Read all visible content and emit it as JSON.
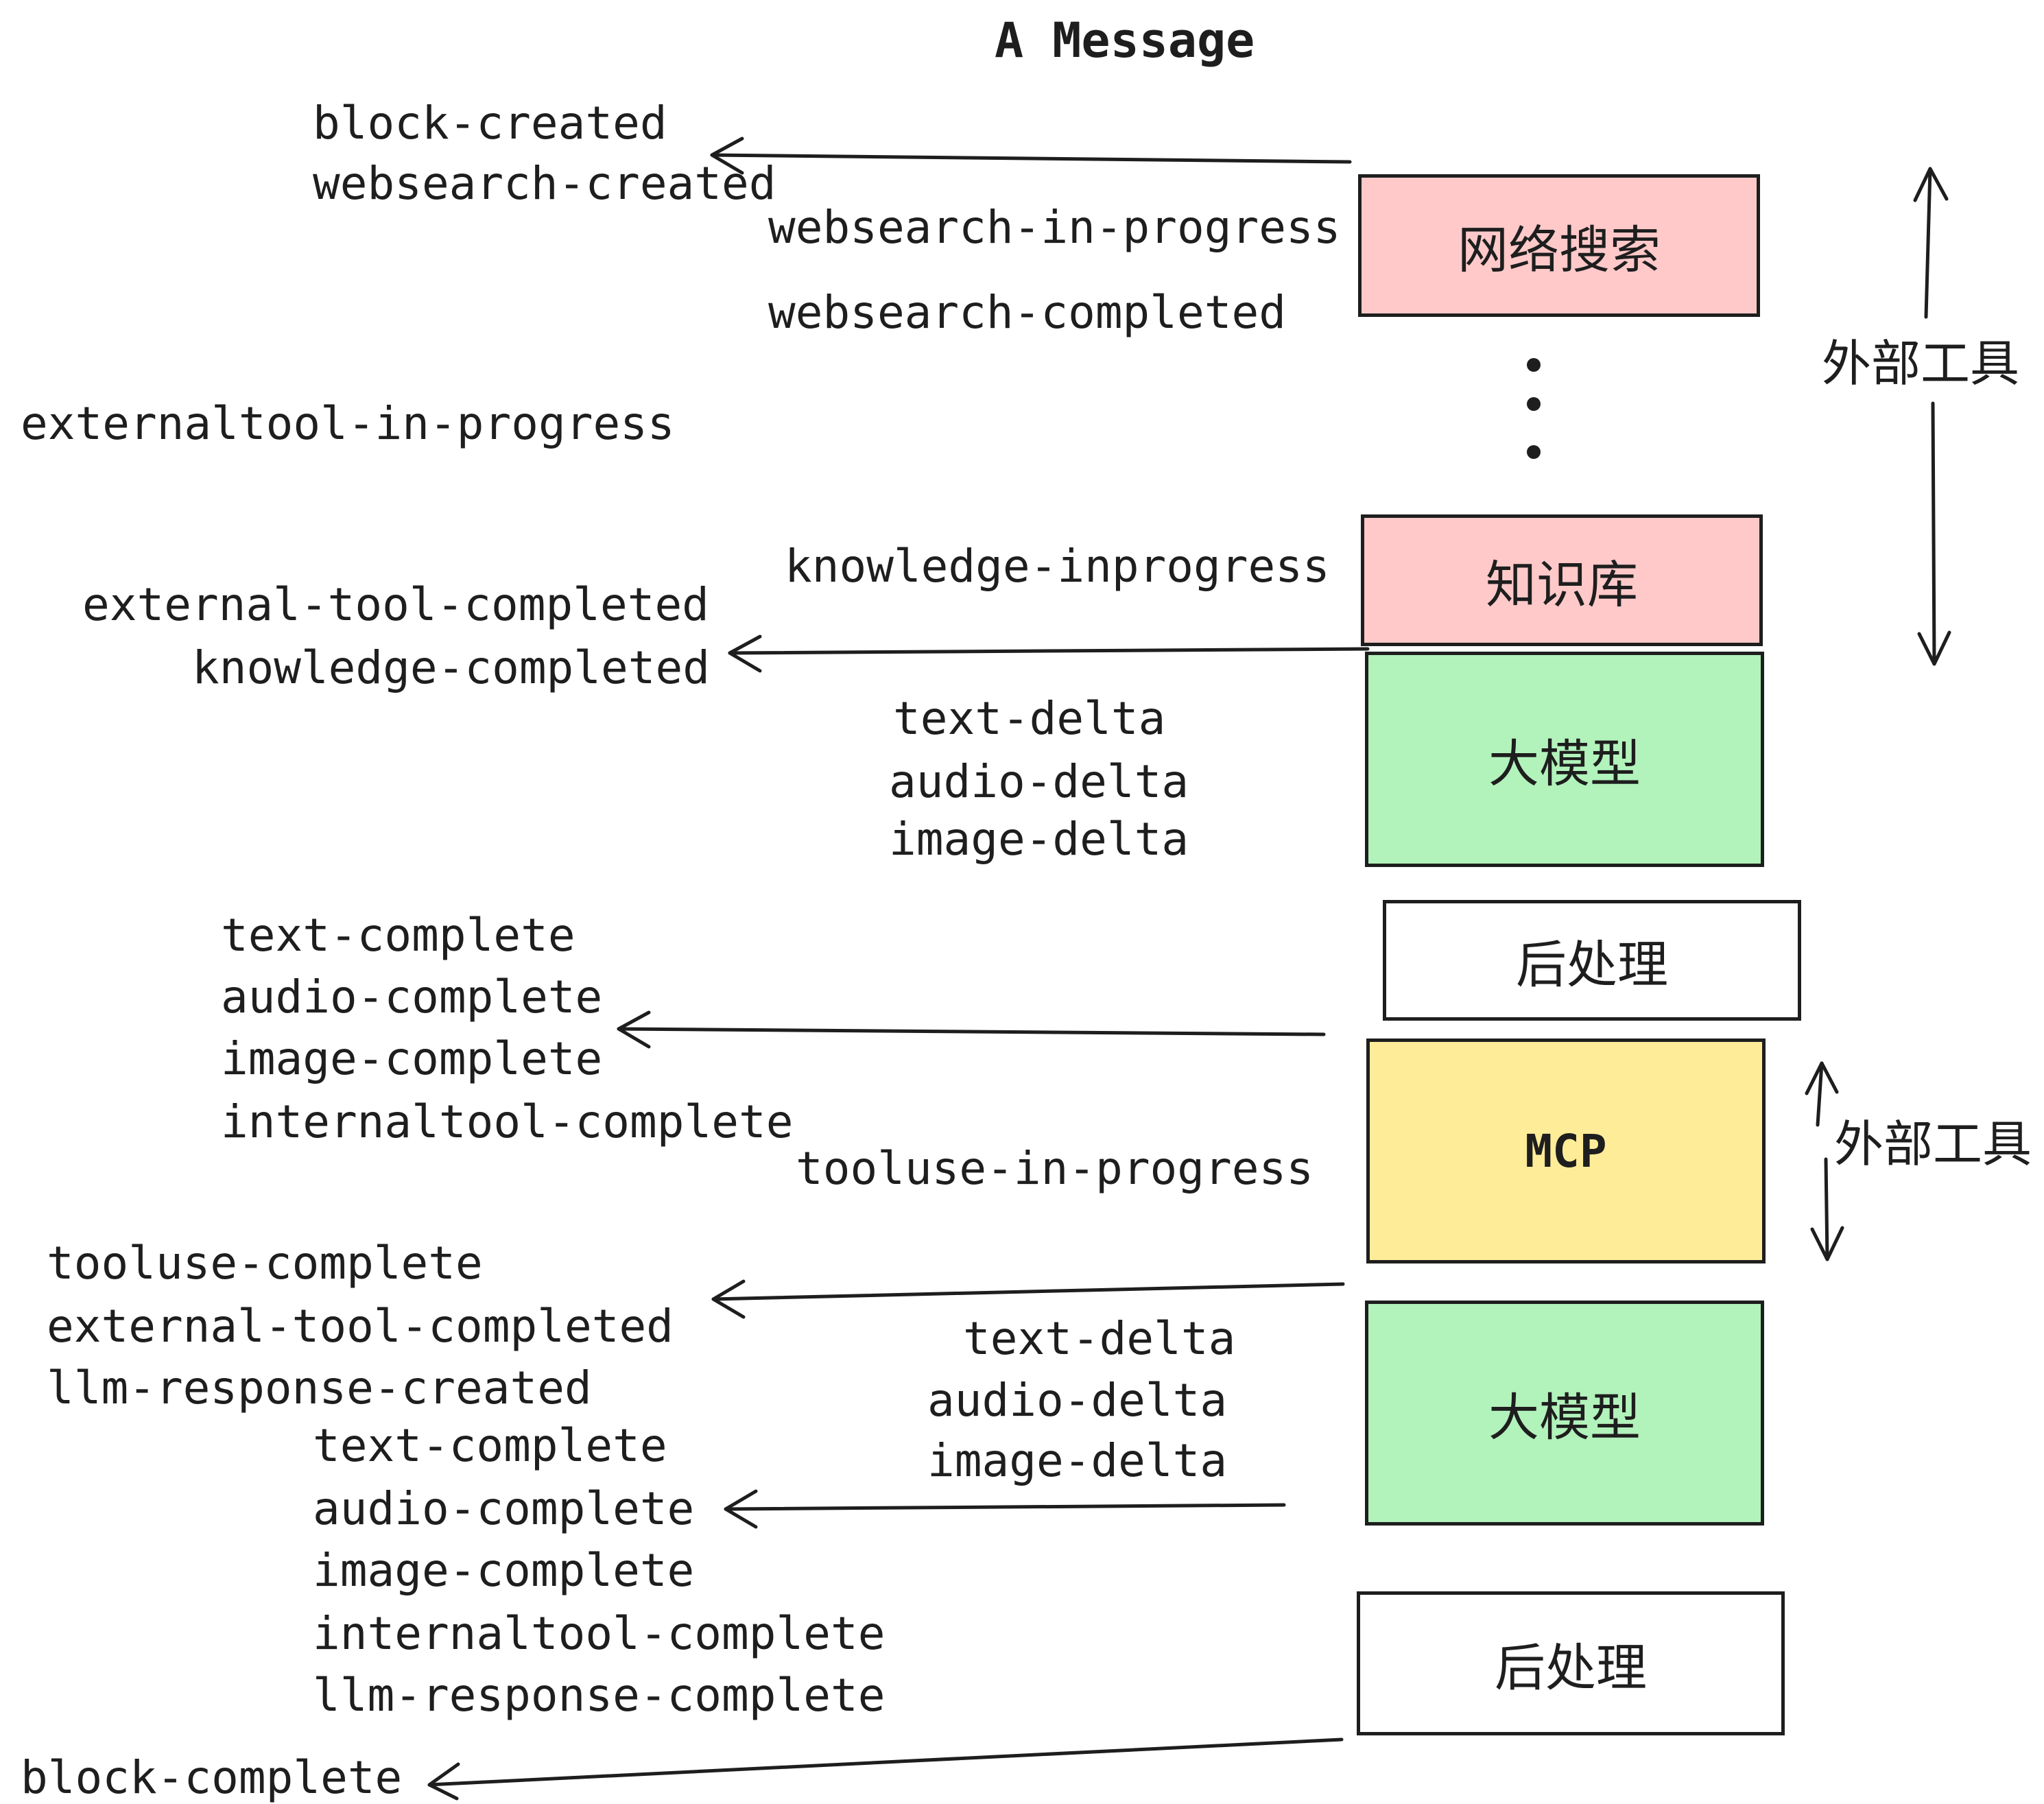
{
  "title": "A Message",
  "diagram": {
    "nodes": [
      {
        "id": "websearch",
        "label": "网络搜索",
        "fill": "#ffc9c9"
      },
      {
        "id": "knowledge",
        "label": "知识库",
        "fill": "#ffc9c9"
      },
      {
        "id": "llm-1",
        "label": "大模型",
        "fill": "#b2f2bb"
      },
      {
        "id": "post-1",
        "label": "后处理",
        "fill": "#ffffff"
      },
      {
        "id": "mcp",
        "label": "MCP",
        "fill": "#ffec99"
      },
      {
        "id": "llm-2",
        "label": "大模型",
        "fill": "#b2f2bb"
      },
      {
        "id": "post-2",
        "label": "后处理",
        "fill": "#ffffff"
      }
    ],
    "side_annotations": [
      {
        "id": "external-tools-top",
        "label": "外部工具"
      },
      {
        "id": "external-tools-bottom",
        "label": "外部工具"
      }
    ],
    "events": [
      {
        "id": "block-created",
        "label": "block-created"
      },
      {
        "id": "websearch-created",
        "label": "websearch-created"
      },
      {
        "id": "websearch-in-progress",
        "label": "websearch-in-progress"
      },
      {
        "id": "websearch-completed",
        "label": "websearch-completed"
      },
      {
        "id": "externaltool-in-progress",
        "label": "externaltool-in-progress"
      },
      {
        "id": "knowledge-inprogress",
        "label": "knowledge-inprogress"
      },
      {
        "id": "external-tool-completed",
        "label": "external-tool-completed"
      },
      {
        "id": "knowledge-completed",
        "label": "knowledge-completed"
      },
      {
        "id": "text-delta",
        "label": "text-delta"
      },
      {
        "id": "audio-delta",
        "label": "audio-delta"
      },
      {
        "id": "image-delta",
        "label": "image-delta"
      },
      {
        "id": "text-complete",
        "label": "text-complete"
      },
      {
        "id": "audio-complete",
        "label": "audio-complete"
      },
      {
        "id": "image-complete",
        "label": "image-complete"
      },
      {
        "id": "internaltool-complete",
        "label": "internaltool-complete"
      },
      {
        "id": "tooluse-in-progress",
        "label": "tooluse-in-progress"
      },
      {
        "id": "tooluse-complete",
        "label": "tooluse-complete"
      },
      {
        "id": "external-tool-completed-2",
        "label": "external-tool-completed"
      },
      {
        "id": "llm-response-created",
        "label": "llm-response-created"
      },
      {
        "id": "text-delta-2",
        "label": "text-delta"
      },
      {
        "id": "audio-delta-2",
        "label": "audio-delta"
      },
      {
        "id": "image-delta-2",
        "label": "image-delta"
      },
      {
        "id": "text-complete-2",
        "label": "text-complete"
      },
      {
        "id": "audio-complete-2",
        "label": "audio-complete"
      },
      {
        "id": "image-complete-2",
        "label": "image-complete"
      },
      {
        "id": "internaltool-complete-2",
        "label": "internaltool-complete"
      },
      {
        "id": "llm-response-complete",
        "label": "llm-response-complete"
      },
      {
        "id": "block-complete",
        "label": "block-complete"
      }
    ],
    "colors": {
      "pink": "#ffc9c9",
      "green": "#b2f2bb",
      "yellow": "#ffec99",
      "white": "#ffffff",
      "stroke": "#1e1e1e",
      "background": "#ffffff"
    }
  }
}
